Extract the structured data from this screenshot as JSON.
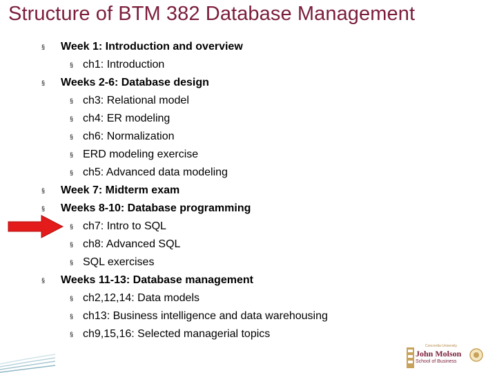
{
  "title": "Structure of BTM 382 Database Management",
  "outline": [
    {
      "level": 1,
      "text": "Week 1: Introduction and overview"
    },
    {
      "level": 2,
      "text": "ch1: Introduction"
    },
    {
      "level": 1,
      "text": "Weeks 2-6: Database design"
    },
    {
      "level": 2,
      "text": "ch3: Relational model"
    },
    {
      "level": 2,
      "text": "ch4: ER modeling"
    },
    {
      "level": 2,
      "text": "ch6: Normalization"
    },
    {
      "level": 2,
      "text": "ERD modeling exercise"
    },
    {
      "level": 2,
      "text": "ch5: Advanced data modeling"
    },
    {
      "level": 1,
      "text": "Week 7: Midterm exam"
    },
    {
      "level": 1,
      "text": "Weeks 8-10: Database programming"
    },
    {
      "level": 2,
      "text": "ch7: Intro to SQL"
    },
    {
      "level": 2,
      "text": "ch8: Advanced SQL"
    },
    {
      "level": 2,
      "text": "SQL exercises"
    },
    {
      "level": 1,
      "text": "Weeks 11-13: Database management"
    },
    {
      "level": 2,
      "text": "ch2,12,14: Data models"
    },
    {
      "level": 2,
      "text": "ch13: Business intelligence and data warehousing"
    },
    {
      "level": 2,
      "text": "ch9,15,16: Selected managerial topics"
    }
  ],
  "bullet_glyph": "§",
  "pointer_arrow": {
    "color": "#e31b1b",
    "points_to": "ch7: Intro to SQL"
  },
  "logo": {
    "university": "Concordia University",
    "name": "John Molson",
    "school": "School of Business"
  },
  "colors": {
    "title": "#7b1d3a",
    "arrow": "#e31b1b",
    "logo_gold": "#c8a15a"
  }
}
